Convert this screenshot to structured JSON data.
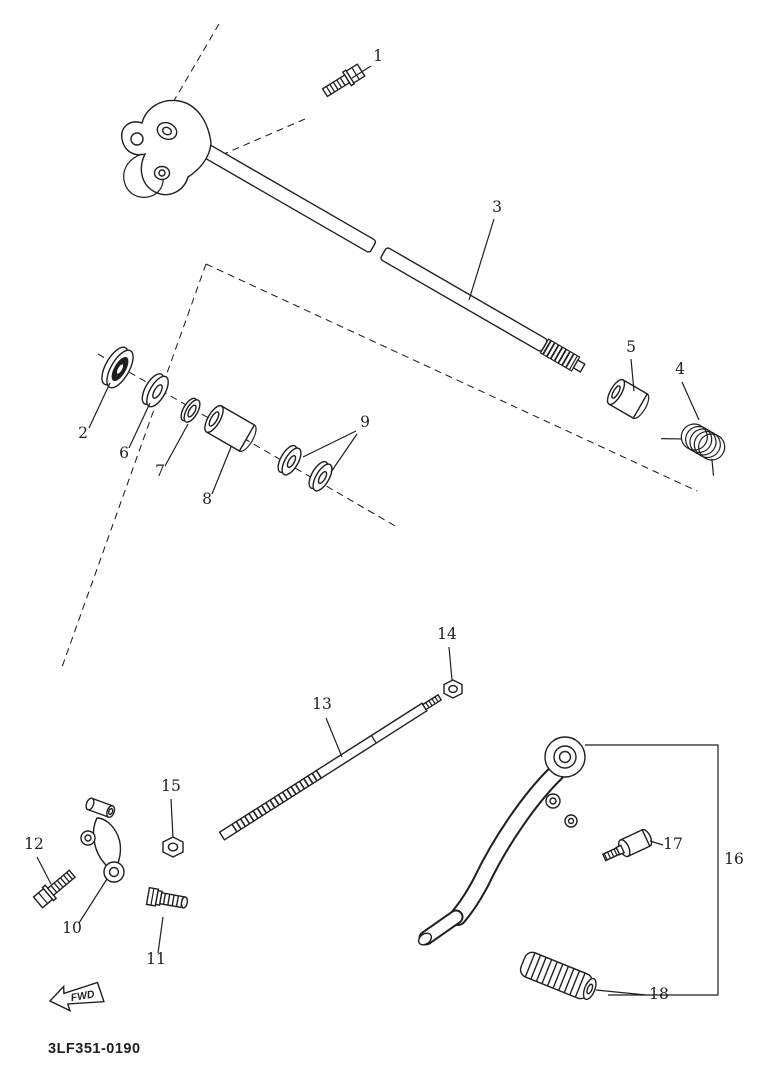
{
  "theme": {
    "ink": "#1f1f1f",
    "paper": "#ffffff"
  },
  "diagram": {
    "code": "3LF351-0190",
    "fwd": "FWD"
  },
  "part_labels": [
    "1",
    "2",
    "3",
    "4",
    "5",
    "6",
    "7",
    "8",
    "9",
    "10",
    "11",
    "12",
    "13",
    "14",
    "15",
    "16",
    "17",
    "18"
  ]
}
